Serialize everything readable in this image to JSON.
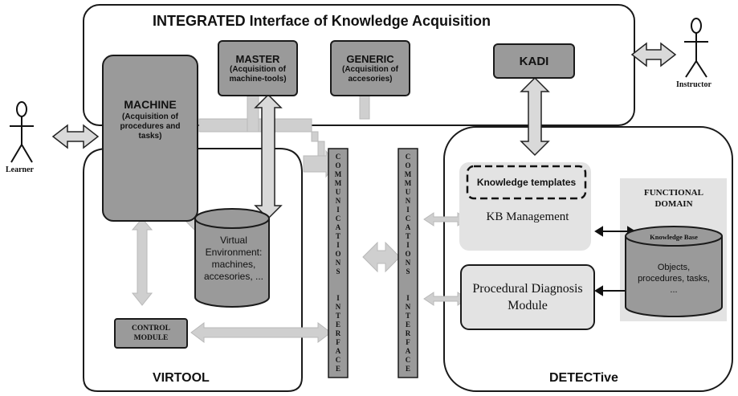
{
  "integrated": {
    "title": "INTEGRATED Interface of Knowledge Acquisition"
  },
  "modules": {
    "master": {
      "title": "MASTER",
      "subtitle": "(Acquisition of machine-tools)"
    },
    "generic": {
      "title": "GENERIC",
      "subtitle": "(Acquisition of accesories)"
    },
    "kadi": {
      "title": "KADI"
    },
    "machine": {
      "title": "MACHINE",
      "subtitle": "(Acquisition of procedures and tasks)"
    }
  },
  "actors": {
    "learner": "Learner",
    "instructor": "Instructor"
  },
  "virtool": {
    "label": "VIRTOOL",
    "virtual_env": "Virtual Environment: machines, accesories, ...",
    "control_module": "CONTROL MODULE"
  },
  "communications": {
    "bar_text": "COMMUNICATIONS",
    "bar_text2": "INTERFACE"
  },
  "detective": {
    "label": "DETECTive",
    "knowledge_templates": "Knowledge templates",
    "kb_management": "KB Management",
    "procedural": "Procedural Diagnosis Module",
    "functional_domain": "FUNCTIONAL DOMAIN",
    "knowledge_base": "Knowledge Base",
    "kb_contents": "Objects, procedures, tasks, ..."
  },
  "colors": {
    "module_fill": "#9a9a9a",
    "arrow_fill": "#cfcfcf",
    "panel_fill": "#e3e3e3",
    "outline": "#1a1a1a"
  }
}
